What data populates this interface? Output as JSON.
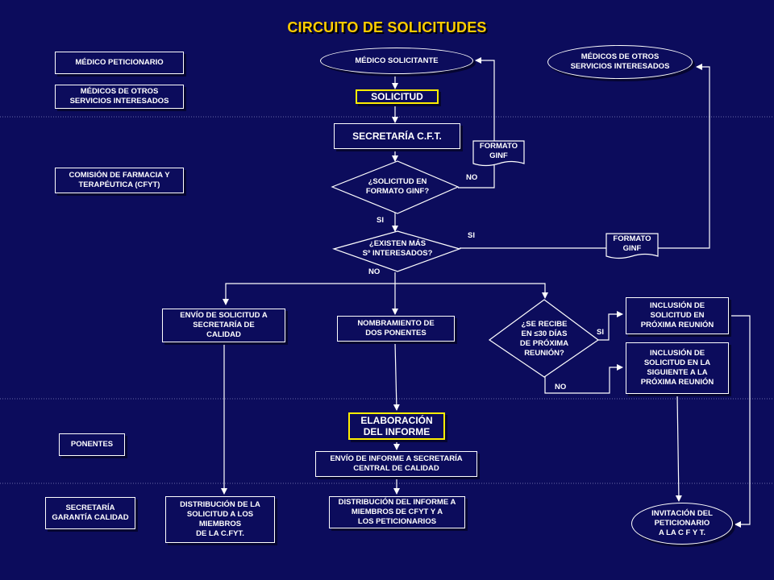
{
  "title": "CIRCUITO DE SOLICITUDES",
  "legend": {
    "medico_peticionario": "MÉDICO PETICIONARIO",
    "medicos_otros": "MÉDICOS DE OTROS\nSERVICIOS INTERESADOS",
    "comision": "COMISIÓN DE FARMACIA Y\nTERAPÉUTICA (CFYT)",
    "ponentes": "PONENTES",
    "secretaria_gc": "SECRETARÍA\nGARANTÍA CALIDAD"
  },
  "flow": {
    "medico_solicitante": "MÉDICO SOLICITANTE",
    "medicos_otros_top": "MÉDICOS DE OTROS\nSERVICIOS INTERESADOS",
    "solicitud": "SOLICITUD",
    "secretaria_cft": "SECRETARÍA C.F.T.",
    "formato_ginf_1": "FORMATO\nGINF",
    "formato_ginf_2": "FORMATO\nGINF",
    "decision_formato": "¿SOLICITUD EN\nFORMATO GINF?",
    "decision_interesados": "¿EXISTEN MÁS\nSº INTERESADOS?",
    "envio_solicitud": "ENVÍO DE SOLICITUD A\nSECRETARÍA DE\nCALIDAD",
    "nombramiento": "NOMBRAMIENTO DE\nDOS PONENTES",
    "decision_30dias": "¿SE RECIBE\nEN ≤30 DÍAS\nDE PRÓXIMA\nREUNIÓN?",
    "inclusion_proxima": "INCLUSIÓN DE\nSOLICITUD EN\nPRÓXIMA REUNIÓN",
    "inclusion_siguiente": "INCLUSIÓN DE\nSOLICITUD EN LA\nSIGUIENTE A LA\nPRÓXIMA REUNIÓN",
    "elaboracion": "ELABORACIÓN\nDEL INFORME",
    "envio_informe": "ENVÍO DE INFORME A SECRETARÍA\nCENTRAL DE CALIDAD",
    "distribucion_solicitud": "DISTRIBUCIÓN DE LA\nSOLICITUD A LOS\nMIEMBROS\nDE LA C.FYT.",
    "distribucion_informe": "DISTRIBUCIÓN DEL INFORME A\nMIEMBROS DE CFYT Y A\nLOS PETICIONARIOS",
    "invitacion": "INVITACIÓN DEL\nPETICIONARIO\nA LA C F Y T."
  },
  "labels": {
    "no_formato": "NO",
    "si_formato": "SI",
    "si_interesados": "SI",
    "no_interesados": "NO",
    "si_30": "SI",
    "no_30": "NO"
  }
}
